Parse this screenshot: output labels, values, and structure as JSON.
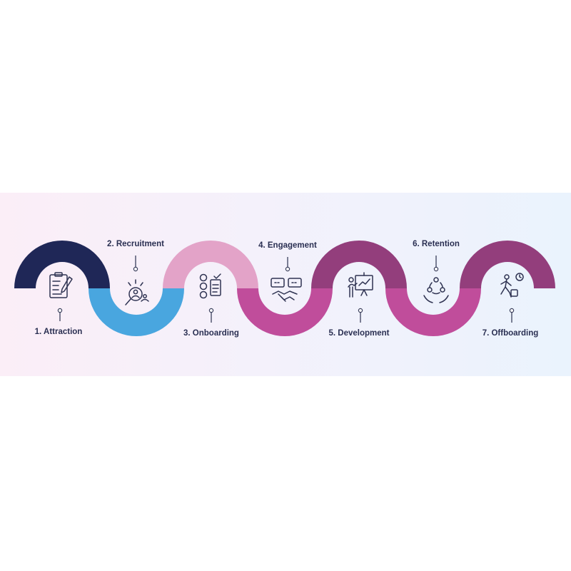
{
  "diagram": {
    "stages": [
      {
        "number": "1",
        "label": "1. Attraction",
        "icon": "clipboard-pen-icon",
        "color": "#1f2757",
        "position": "bottom"
      },
      {
        "number": "2",
        "label": "2. Recruitment",
        "icon": "magnifier-candidate-icon",
        "color": "#49a6df",
        "position": "top"
      },
      {
        "number": "3",
        "label": "3. Onboarding",
        "icon": "people-checklist-icon",
        "color": "#e3a3c8",
        "position": "bottom"
      },
      {
        "number": "4",
        "label": "4. Engagement",
        "icon": "handshake-chat-icon",
        "color": "#c04d9b",
        "position": "top"
      },
      {
        "number": "5",
        "label": "5. Development",
        "icon": "presenter-board-icon",
        "color": "#933e7c",
        "position": "bottom"
      },
      {
        "number": "6",
        "label": "6. Retention",
        "icon": "hands-cycle-icon",
        "color": "#c04d9b",
        "position": "top"
      },
      {
        "number": "7",
        "label": "7. Offboarding",
        "icon": "person-leaving-clock-icon",
        "color": "#933e7c",
        "position": "bottom"
      }
    ]
  }
}
